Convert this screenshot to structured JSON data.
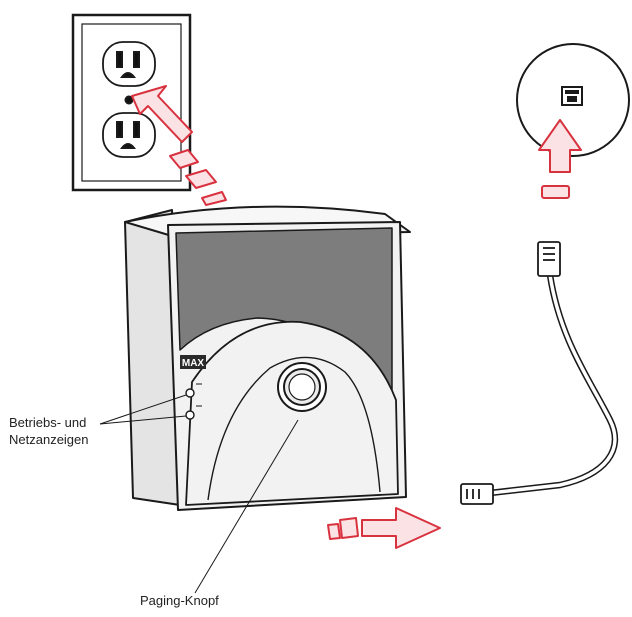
{
  "labels": {
    "status_line1": "Betriebs- und",
    "status_line2": "Netzanzeigen",
    "paging_button": "Paging-Knopf",
    "device_brand": "MAX"
  },
  "colors": {
    "arrow_outline": "#d9323f",
    "arrow_fill": "#fbe3e5",
    "line": "#1a1a1a",
    "device_panel": "#7d7d7d",
    "device_body": "#f2f2f2"
  },
  "icons": [
    "power-outlet-icon",
    "phone-jack-icon",
    "rj11-plug-icon",
    "arrow-icon"
  ]
}
